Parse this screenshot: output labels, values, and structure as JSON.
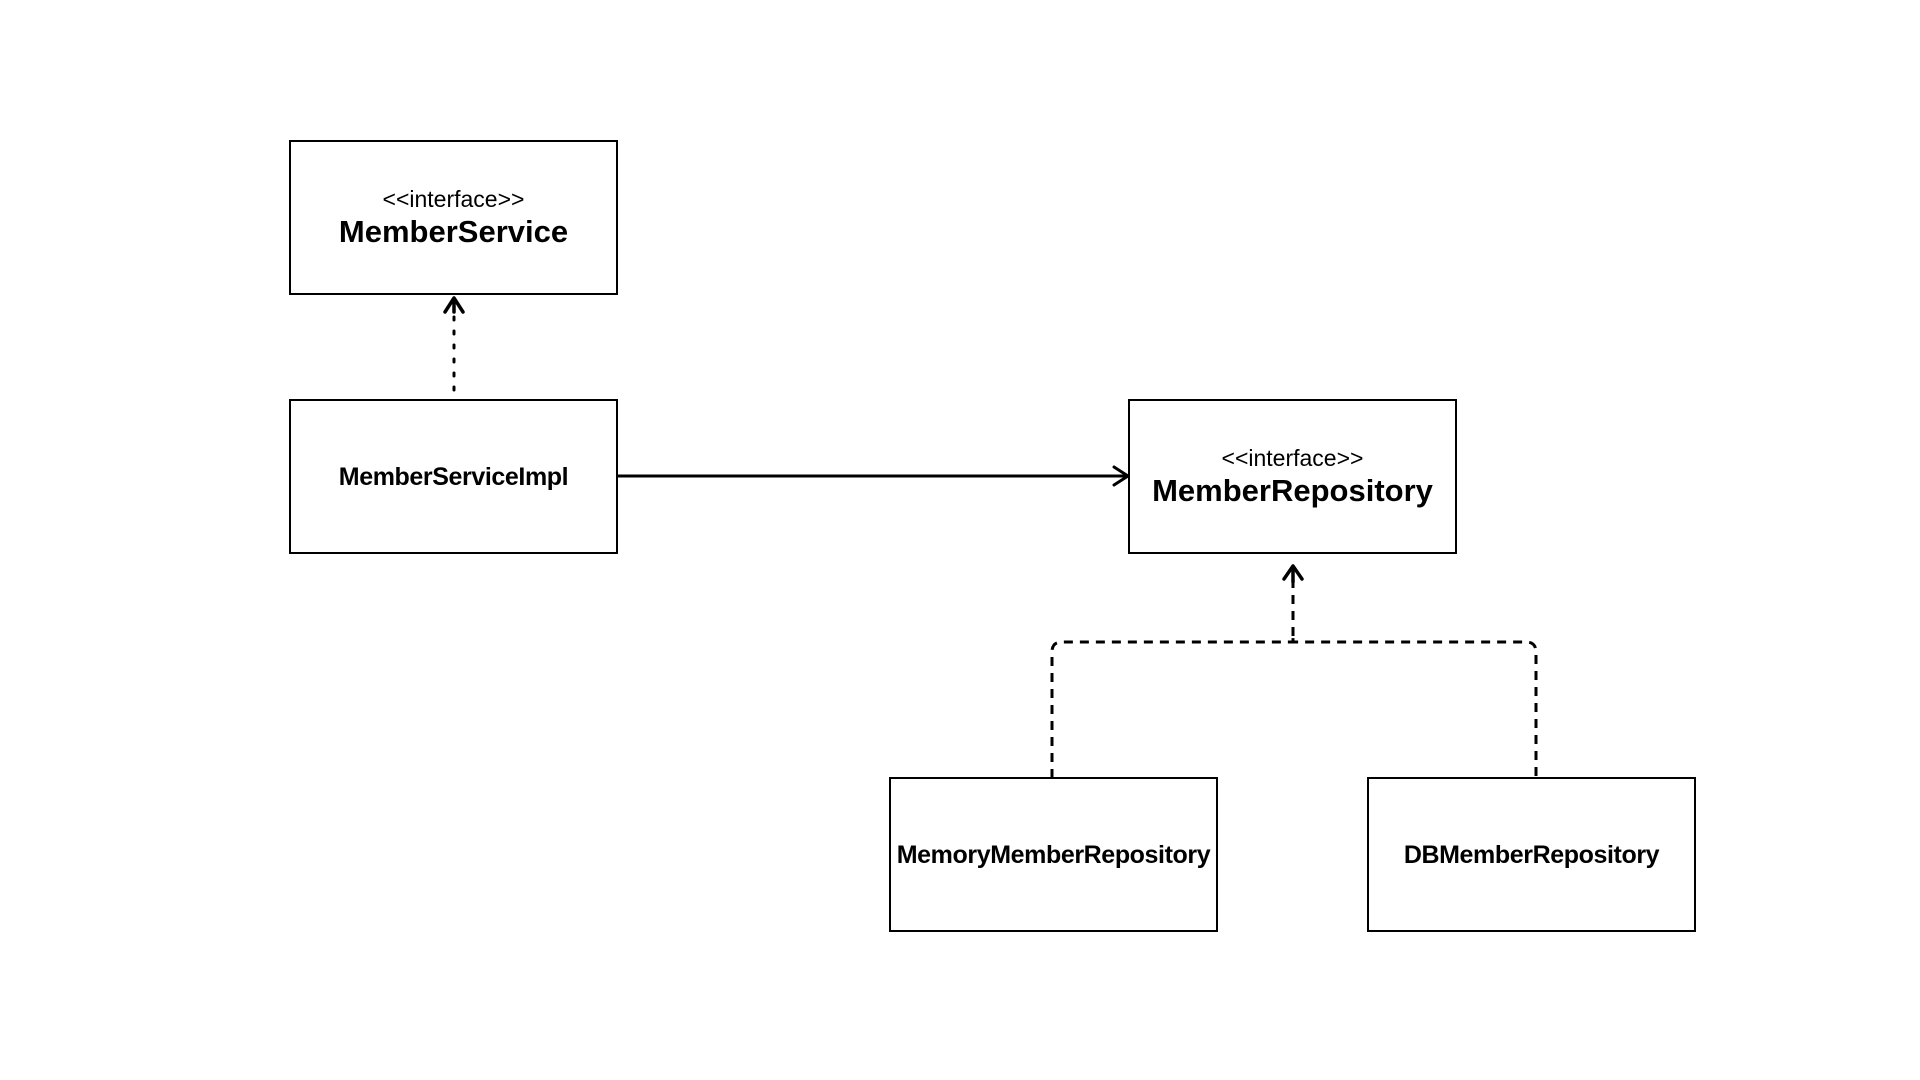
{
  "diagram": {
    "nodes": {
      "member_service": {
        "stereotype": "<<interface>>",
        "name": "MemberService"
      },
      "member_service_impl": {
        "name": "MemberServiceImpl"
      },
      "member_repository": {
        "stereotype": "<<interface>>",
        "name": "MemberRepository"
      },
      "memory_member_repository": {
        "name": "MemoryMemberRepository"
      },
      "db_member_repository": {
        "name": "DBMemberRepository"
      }
    },
    "edges": [
      {
        "from": "MemberServiceImpl",
        "to": "MemberService",
        "style": "dotted",
        "kind": "implements"
      },
      {
        "from": "MemberServiceImpl",
        "to": "MemberRepository",
        "style": "solid",
        "kind": "association"
      },
      {
        "from": "MemoryMemberRepository",
        "to": "MemberRepository",
        "style": "dashed",
        "kind": "implements"
      },
      {
        "from": "DBMemberRepository",
        "to": "MemberRepository",
        "style": "dashed",
        "kind": "implements"
      }
    ],
    "colors": {
      "stroke": "#000000",
      "background": "#ffffff"
    }
  }
}
